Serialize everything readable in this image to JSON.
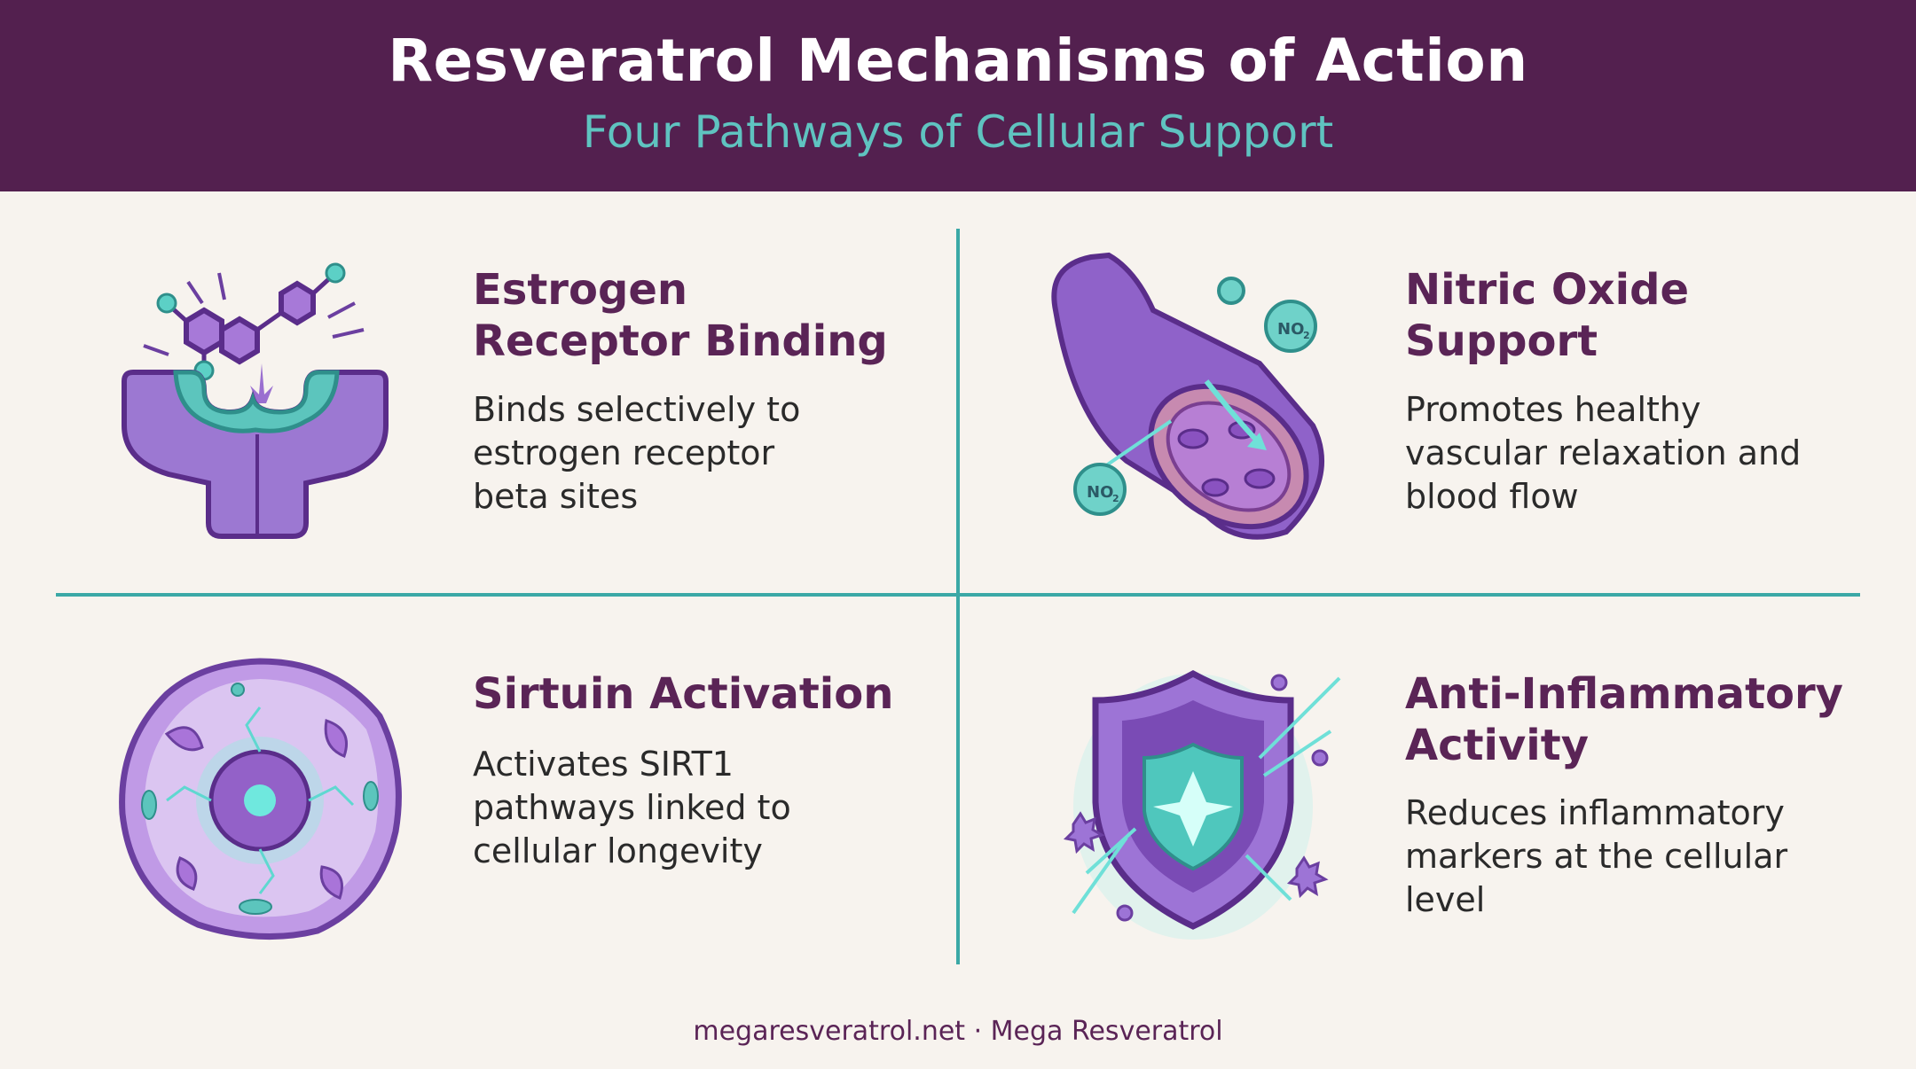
{
  "header": {
    "title": "Resveratrol Mechanisms of Action",
    "subtitle": "Four Pathways of Cellular Support"
  },
  "cards": [
    {
      "title": "Estrogen\nReceptor Binding",
      "description": "Binds selectively to\nestrogen receptor\nbeta sites",
      "icon": "receptor-binding-icon"
    },
    {
      "title": "Nitric Oxide\nSupport",
      "description": "Promotes healthy\nvascular relaxation and\nblood flow",
      "icon": "blood-vessel-icon",
      "molecule_label": "NO",
      "molecule_subscript": "2"
    },
    {
      "title": "Sirtuin Activation",
      "description": "Activates SIRT1\npathways linked to\ncellular longevity",
      "icon": "cell-icon"
    },
    {
      "title": "Anti-Inflammatory\nActivity",
      "description": "Reduces inflammatory\nmarkers at the cellular\nlevel",
      "icon": "shield-icon"
    }
  ],
  "footer": {
    "text": "megaresveratrol.net · Mega Resveratrol"
  },
  "colors": {
    "header_bg": "#53204f",
    "accent_teal": "#3ba8a6",
    "title_purple": "#5a2456",
    "background": "#f7f3ee"
  }
}
